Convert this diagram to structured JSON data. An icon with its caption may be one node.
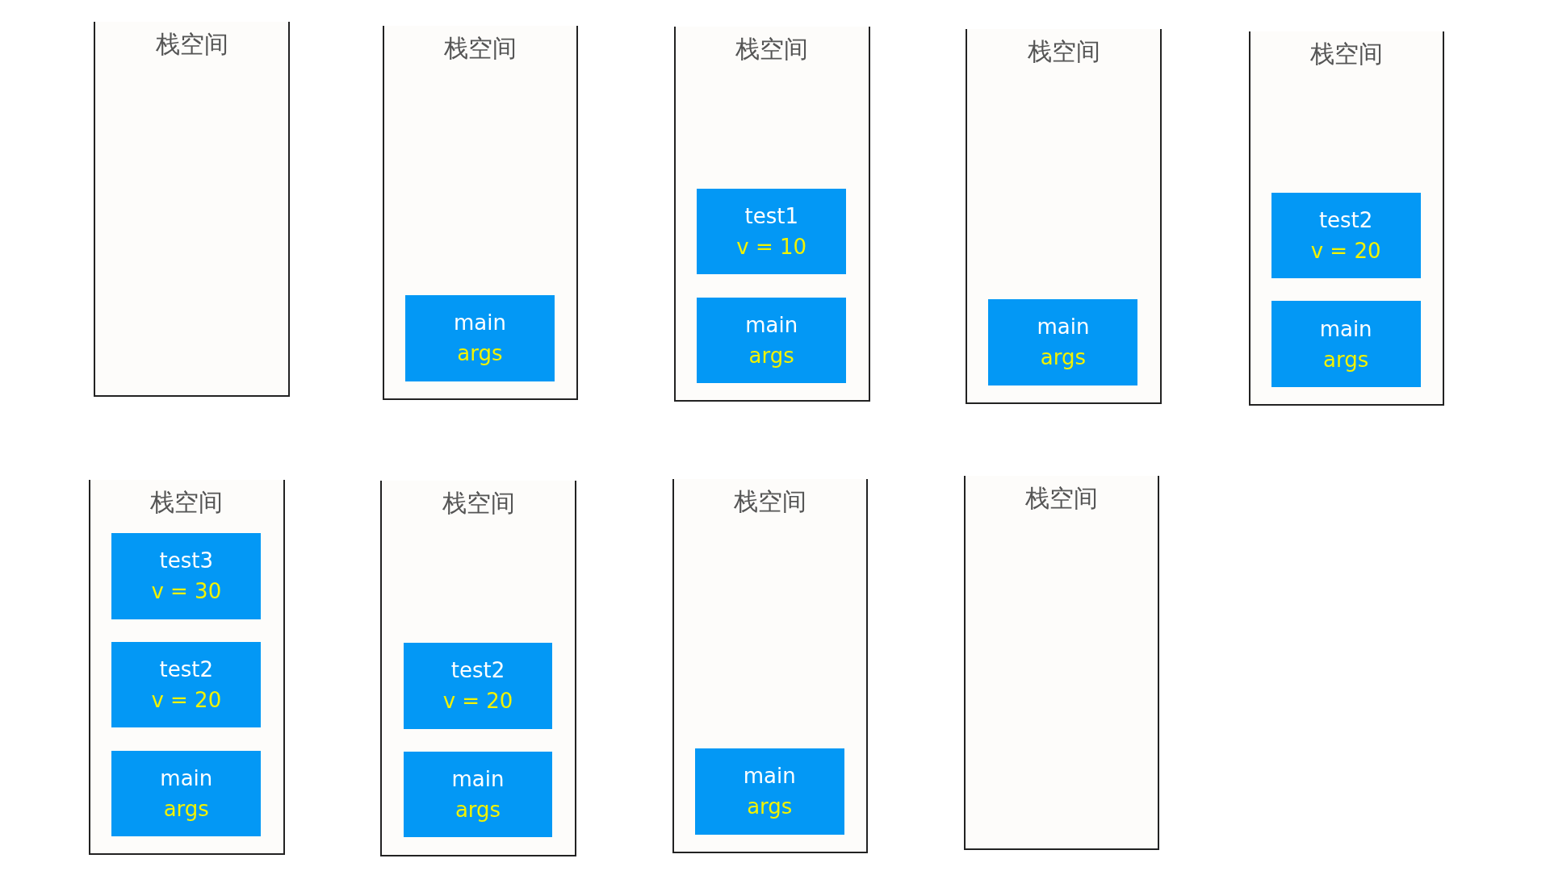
{
  "diagram": {
    "nodes": [
      {
        "text": [
          "栈空间"
        ]
      },
      {
        "text": [
          "栈空间"
        ]
      },
      {
        "text": [
          "main",
          "args"
        ],
        "in": 1
      },
      {
        "text": [
          "栈空间"
        ]
      },
      {
        "text": [
          "test1",
          "v = 10"
        ],
        "in": 3
      },
      {
        "text": [
          "main",
          "args"
        ],
        "in": 3
      },
      {
        "text": [
          "栈空间"
        ]
      },
      {
        "text": [
          "main",
          "args"
        ],
        "in": 6
      },
      {
        "text": [
          "栈空间"
        ]
      },
      {
        "text": [
          "test2",
          "v = 20"
        ],
        "in": 8
      },
      {
        "text": [
          "main",
          "args"
        ],
        "in": 8
      },
      {
        "text": [
          "栈空间"
        ]
      },
      {
        "text": [
          "test3",
          "v = 30"
        ],
        "in": 11
      },
      {
        "text": [
          "test2",
          "v = 20"
        ],
        "in": 11
      },
      {
        "text": [
          "main",
          "args"
        ],
        "in": 11
      },
      {
        "text": [
          "栈空间"
        ]
      },
      {
        "text": [
          "test2",
          "v = 20"
        ],
        "in": 15
      },
      {
        "text": [
          "main",
          "args"
        ],
        "in": 15
      },
      {
        "text": [
          "栈空间"
        ]
      },
      {
        "text": [
          "main",
          "args"
        ],
        "in": 18
      },
      {
        "text": [
          "栈空间"
        ]
      }
    ]
  }
}
